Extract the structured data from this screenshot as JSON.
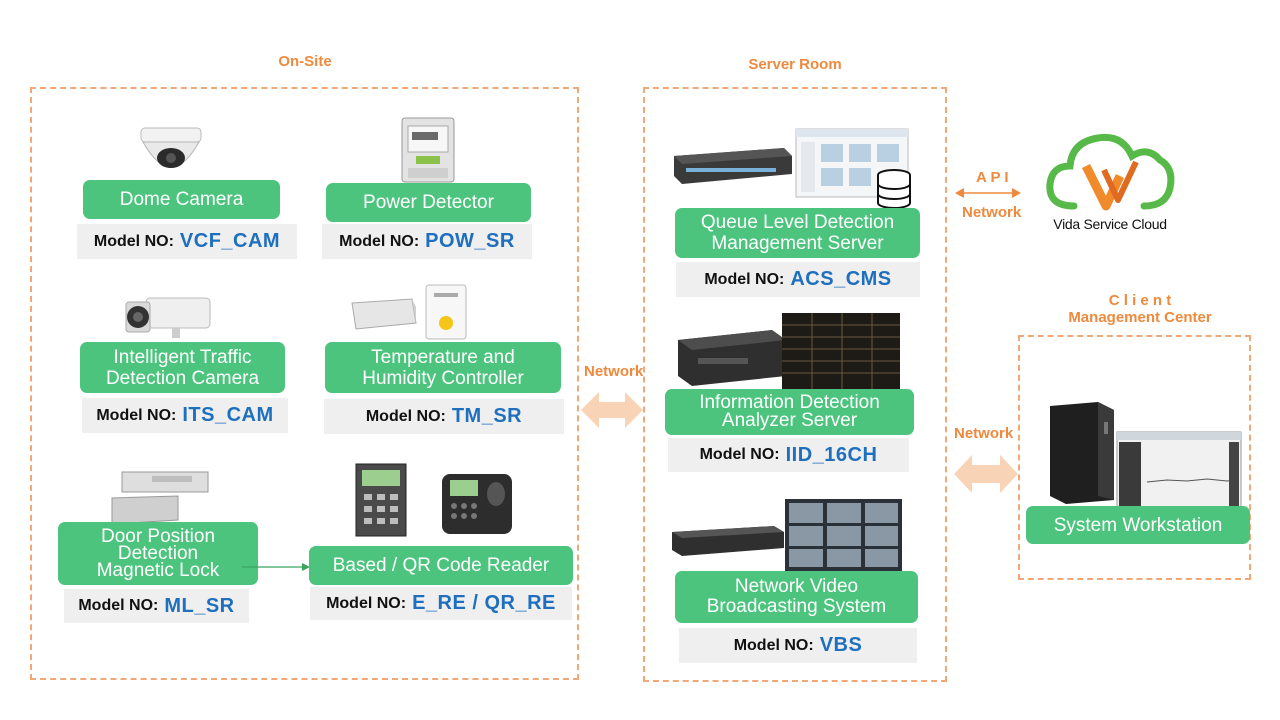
{
  "zones": {
    "onsite": "On-Site",
    "server_room": "Server  Room",
    "client_line1": "C l i e n t",
    "client_line2": "Management  Center"
  },
  "model_prefix": "Model NO",
  "devices": {
    "dome_camera": {
      "label": "Dome Camera",
      "model": "VCF_CAM"
    },
    "power_detector": {
      "label": "Power Detector",
      "model": "POW_SR"
    },
    "its_camera": {
      "label_line1": "Intelligent Traffic",
      "label_line2": "Detection Camera",
      "model": "ITS_CAM"
    },
    "temp_humidity": {
      "label_line1": "Temperature and",
      "label_line2": "Humidity Controller",
      "model": "TM_SR"
    },
    "door_lock": {
      "label_line1": "Door Position",
      "label_line2": "Detection",
      "label_line3": "Magnetic Lock",
      "model": "ML_SR"
    },
    "qr_reader": {
      "label": "Based / QR Code Reader",
      "model": "E_RE / QR_RE"
    },
    "queue_server": {
      "label_line1": "Queue Level Detection",
      "label_line2": "Management Server",
      "model": "ACS_CMS"
    },
    "info_analyzer": {
      "label_line1": "Information Detection",
      "label_line2": "Analyzer  Server",
      "model": "IID_16CH"
    },
    "video_system": {
      "label_line1": "Network Video",
      "label_line2": "Broadcasting System",
      "model": "VBS"
    },
    "workstation": {
      "label": "System Workstation"
    }
  },
  "network": {
    "onsite_server": "Network",
    "server_client": "Network",
    "api": "A P I",
    "api_network": "Network"
  },
  "cloud": {
    "brand": "Vida Service Cloud"
  },
  "colors": {
    "accent_orange": "#ee8a3e",
    "button_green": "#4cc47e",
    "model_blue": "#1f6fbf",
    "arrow_fill": "#f8d3b6",
    "cloud_green": "#57b947"
  }
}
